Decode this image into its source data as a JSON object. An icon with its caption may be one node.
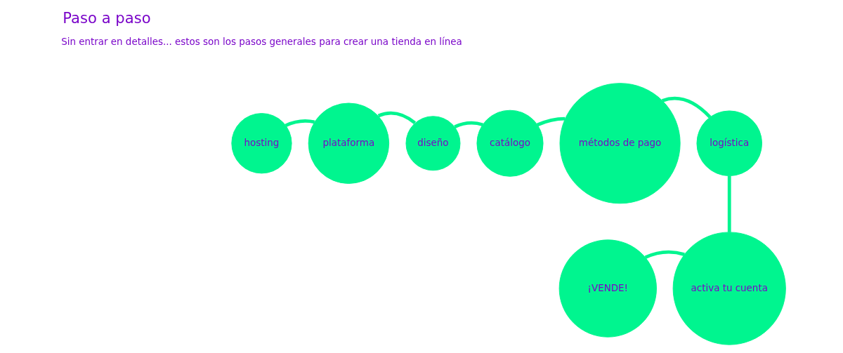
{
  "diagram": {
    "title": "Paso a paso",
    "nodes": [
      {
        "text": [
          "hosting"
        ]
      },
      {
        "text": [
          "plataforma"
        ]
      },
      {
        "text": [
          "diseño"
        ]
      },
      {
        "text": [
          "catálogo"
        ]
      },
      {
        "text": [
          "métodos de pago"
        ]
      },
      {
        "text": [
          "logística"
        ]
      },
      {
        "text": [
          "activa tu cuenta"
        ]
      },
      {
        "text": [
          "¡VENDE!"
        ]
      }
    ],
    "edges": [
      {
        "from": 0,
        "to": 1,
        "arrow": "none"
      },
      {
        "from": 1,
        "to": 2,
        "arrow": "none"
      },
      {
        "from": 2,
        "to": 3,
        "arrow": "none"
      },
      {
        "from": 3,
        "to": 4,
        "arrow": "none"
      },
      {
        "from": 4,
        "to": 5,
        "arrow": "none"
      },
      {
        "from": 5,
        "to": 6,
        "arrow": "none"
      },
      {
        "from": 6,
        "to": 7,
        "arrow": "none"
      }
    ],
    "labels": [
      "Sin entrar en detalles... estos son los pasos generales para crear una tienda en línea"
    ]
  }
}
